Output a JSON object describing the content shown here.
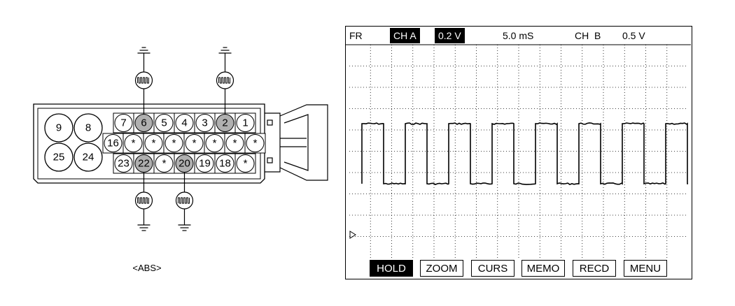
{
  "connector": {
    "caption": "<ABS>",
    "rows": [
      {
        "pins": [
          {
            "label": "7",
            "sensor": false
          },
          {
            "label": "6",
            "sensor": true
          },
          {
            "label": "5",
            "sensor": false
          },
          {
            "label": "4",
            "sensor": false
          },
          {
            "label": "3",
            "sensor": false
          },
          {
            "label": "2",
            "sensor": true
          },
          {
            "label": "1",
            "sensor": false
          }
        ]
      },
      {
        "pins": [
          {
            "label": "16",
            "sensor": false
          },
          {
            "label": "*",
            "sensor": false
          },
          {
            "label": "*",
            "sensor": false
          },
          {
            "label": "*",
            "sensor": false
          },
          {
            "label": "*",
            "sensor": false
          },
          {
            "label": "*",
            "sensor": false
          },
          {
            "label": "*",
            "sensor": false
          },
          {
            "label": "*",
            "sensor": false
          }
        ]
      },
      {
        "pins": [
          {
            "label": "23",
            "sensor": false
          },
          {
            "label": "22",
            "sensor": true
          },
          {
            "label": "*",
            "sensor": false
          },
          {
            "label": "20",
            "sensor": true
          },
          {
            "label": "19",
            "sensor": false
          },
          {
            "label": "18",
            "sensor": false
          },
          {
            "label": "*",
            "sensor": false
          }
        ]
      }
    ],
    "large_pins": [
      "9",
      "8",
      "25",
      "24"
    ],
    "highlight_color": "#b0b0b0"
  },
  "scope": {
    "header": {
      "mode": "FR",
      "channel_a": "CH A",
      "volt_a": "0.2 V",
      "timebase": "5.0 mS",
      "channel_b": "CH  B",
      "volt_b": "0.5 V"
    },
    "buttons": [
      {
        "label": "HOLD",
        "active": true
      },
      {
        "label": "ZOOM",
        "active": false
      },
      {
        "label": "CURS",
        "active": false
      },
      {
        "label": "MEMO",
        "active": false
      },
      {
        "label": "RECD",
        "active": false
      },
      {
        "label": "MENU",
        "active": false
      }
    ]
  }
}
